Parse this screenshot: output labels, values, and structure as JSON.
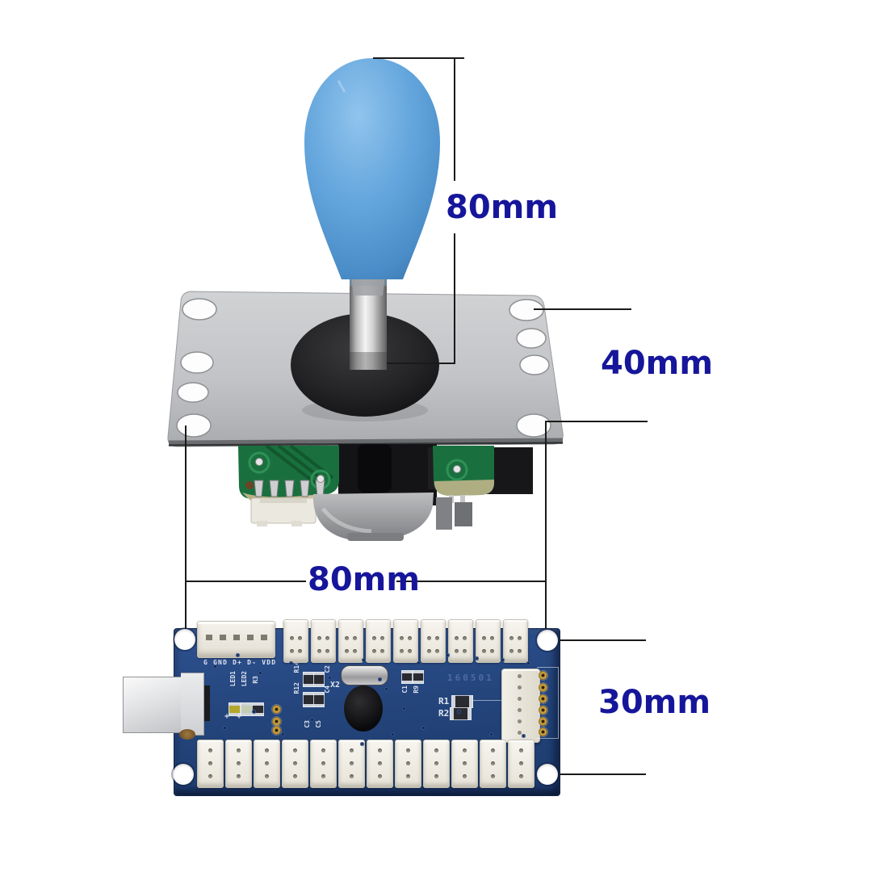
{
  "figure": {
    "background": "#ffffff",
    "annotation_color": "#16169b",
    "line_color": "#1a1a1a"
  },
  "dimensions": {
    "joystick_height": "80mm",
    "plate_depth": "40mm",
    "encoder_width": "80mm",
    "encoder_height": "30mm"
  },
  "joystick": {
    "ball_color": "#5b9fd9",
    "shaft_color": "#c9c9c9",
    "plate_color": "#c2c4c7",
    "dust_cover_color": "#1a1a1c",
    "pcb_color": "#19703e"
  },
  "encoder": {
    "board_color": "#26477e",
    "usb_pinout_label": "G GND D+ D- VDD",
    "batch_code": "160501",
    "plus_mark": "+",
    "silkscreen_labels": [
      "LED1",
      "LED2",
      "R3",
      "R14",
      "C2",
      "R12",
      "C4",
      "X2",
      "C1",
      "R9",
      "R1",
      "R2",
      "C3",
      "C5"
    ]
  }
}
